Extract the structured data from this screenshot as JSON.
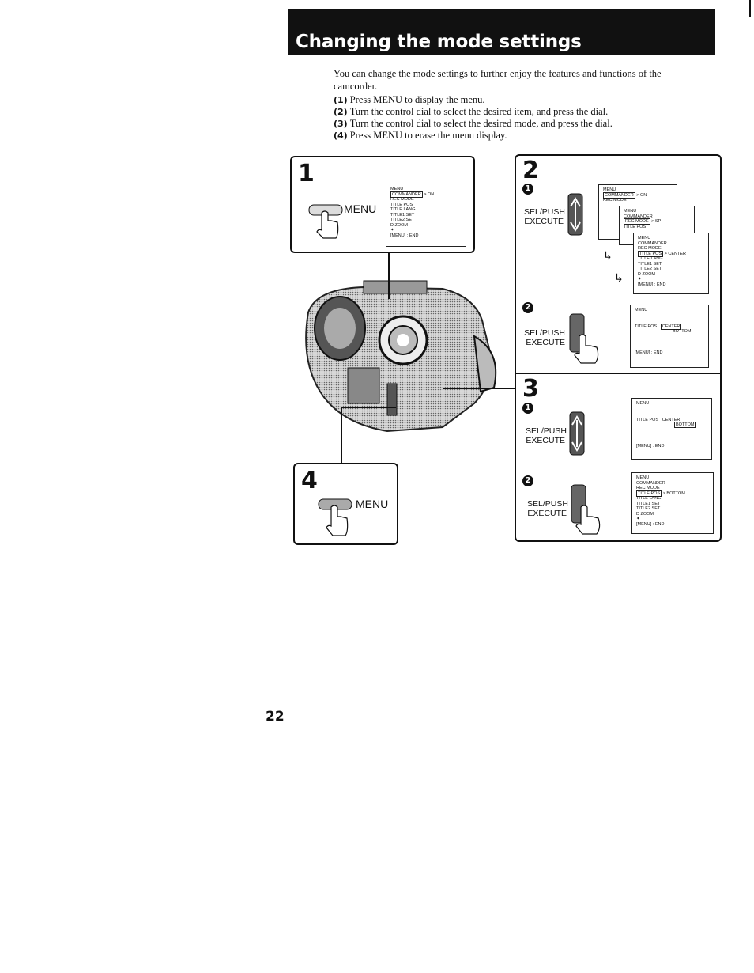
{
  "header": {
    "title": "Changing the mode settings"
  },
  "intro": "You can change the mode settings to further enjoy the features and functions of the camcorder.",
  "steps": [
    {
      "num": "(1)",
      "text": "Press MENU to display the menu."
    },
    {
      "num": "(2)",
      "text": "Turn the control dial to select the desired item, and press the dial."
    },
    {
      "num": "(3)",
      "text": "Turn the control dial to select the desired mode, and press the dial."
    },
    {
      "num": "(4)",
      "text": "Press MENU to erase the menu display."
    }
  ],
  "panel1": {
    "number": "1",
    "button_label": "MENU",
    "menu": {
      "title": "MENU",
      "items": [
        "COMMANDER",
        "REC MODE",
        "TITLE POS",
        "TITLE LANG",
        "TITLE1 SET",
        "TITLE2 SET",
        "D ZOOM",
        "✦",
        "[MENU] : END"
      ],
      "commander_value": "ON"
    }
  },
  "panel2": {
    "number": "2",
    "sub1": "1",
    "sub2": "2",
    "control_label_1": "SEL/PUSH",
    "control_label_2": "EXECUTE",
    "screen_a": {
      "title": "MENU",
      "item": "COMMANDER",
      "value": "ON",
      "sub": "REC MODE"
    },
    "screen_b": {
      "title": "MENU",
      "item1": "COMMANDER",
      "item2": "REC MODE",
      "value": "SP",
      "item3": "TITLE POS"
    },
    "screen_c": {
      "title": "MENU",
      "items": [
        "COMMANDER",
        "REC MODE",
        "TITLE POS",
        "TITLE LANG",
        "TITLE1 SET",
        "TITLE2 SET",
        "D ZOOM",
        "✦",
        "[MENU] : END"
      ],
      "value": "CENTER"
    },
    "screen_d": {
      "title": "MENU",
      "label": "TITLE POS",
      "option1": "CENTER",
      "option2": "BOTTOM",
      "footer": "[MENU] : END"
    }
  },
  "panel3": {
    "number": "3",
    "sub1": "1",
    "sub2": "2",
    "control_label_1": "SEL/PUSH",
    "control_label_2": "EXECUTE",
    "screen_a": {
      "title": "MENU",
      "label": "TITLE POS",
      "option1": "CENTER",
      "option2": "BOTTOM",
      "footer": "[MENU] : END"
    },
    "screen_b": {
      "title": "MENU",
      "items": [
        "COMMANDER",
        "REC MODE",
        "TITLE POS",
        "TITLE LANG",
        "TITLE1 SET",
        "TITLE2 SET",
        "D ZOOM",
        "✦",
        "[MENU] : END"
      ],
      "value": "BOTTOM"
    }
  },
  "panel4": {
    "number": "4",
    "button_label": "MENU"
  },
  "page_number": "22"
}
